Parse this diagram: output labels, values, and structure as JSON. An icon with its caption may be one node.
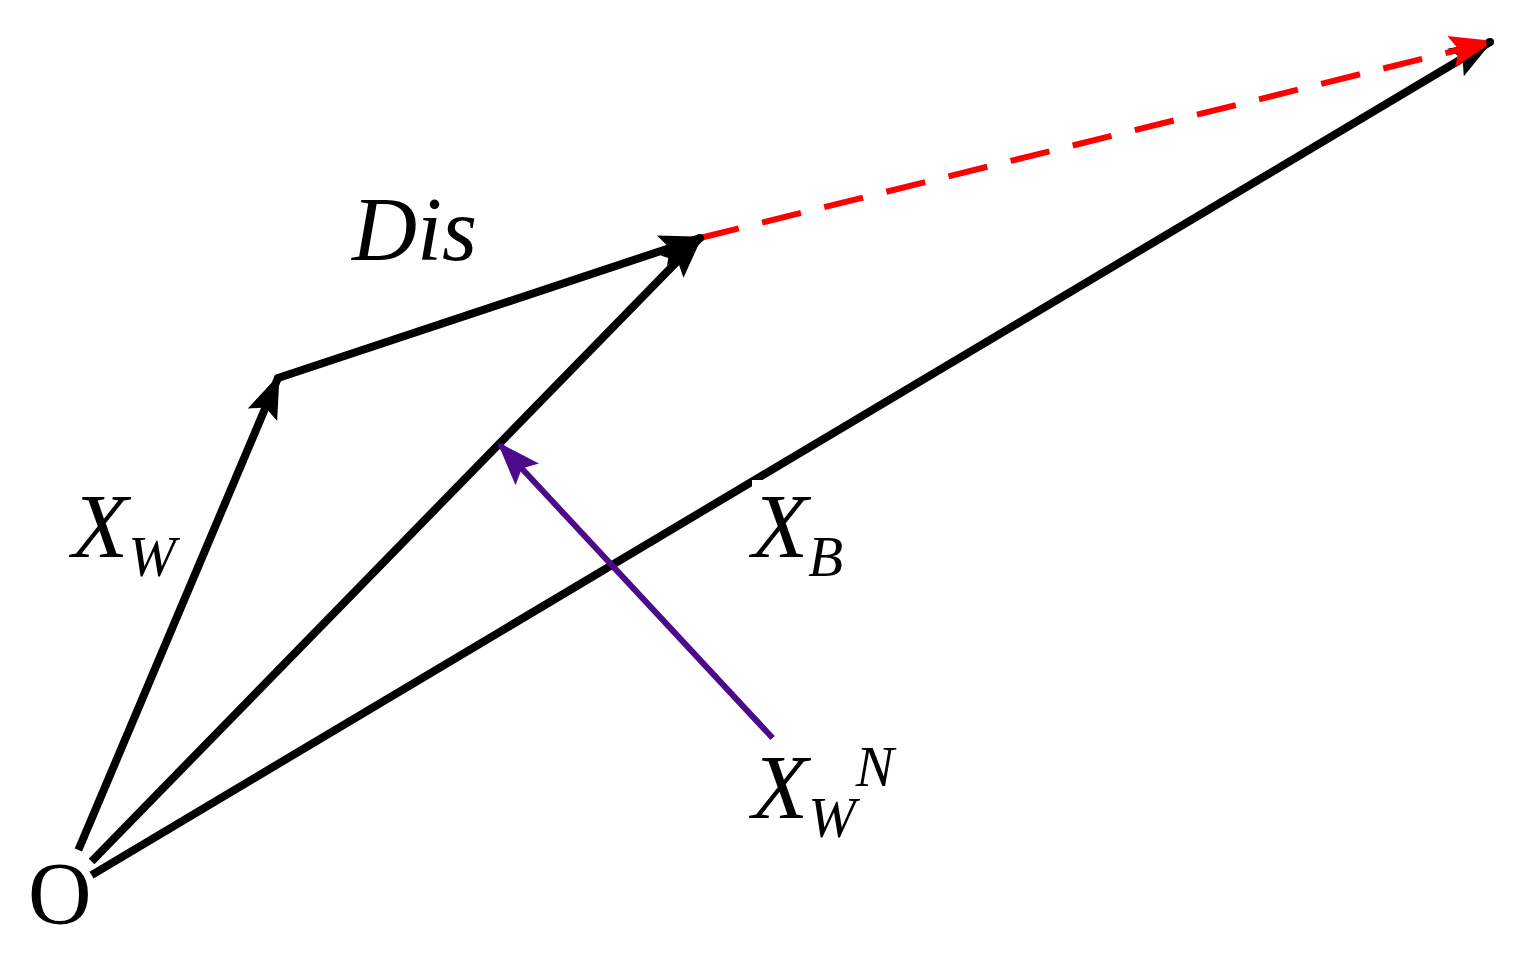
{
  "diagram": {
    "nodes": [
      {
        "text": [
          "O"
        ]
      },
      {
        "text": [
          "X$_{W}$$^{N}$"
        ]
      },
      {
        "text": [],
        "shape": "point"
      },
      {
        "text": [],
        "shape": "point"
      },
      {
        "text": [],
        "shape": "point"
      }
    ],
    "edges": [
      {
        "from": 0,
        "to": 2,
        "arrow": "to",
        "label": "X$_{W}$"
      },
      {
        "from": 2,
        "to": 3,
        "arrow": "to",
        "label": "Dis"
      },
      {
        "from": 0,
        "to": 3,
        "arrow": "to"
      },
      {
        "from": 0,
        "to": 4,
        "arrow": "to",
        "label": "X$_{B}$"
      },
      {
        "from": 3,
        "to": 4,
        "arrow": "to",
        "style": "dashed",
        "color": "#ff0000"
      },
      {
        "from": 1,
        "to": null,
        "arrow": "to",
        "color": "#4b0b8a"
      }
    ]
  }
}
